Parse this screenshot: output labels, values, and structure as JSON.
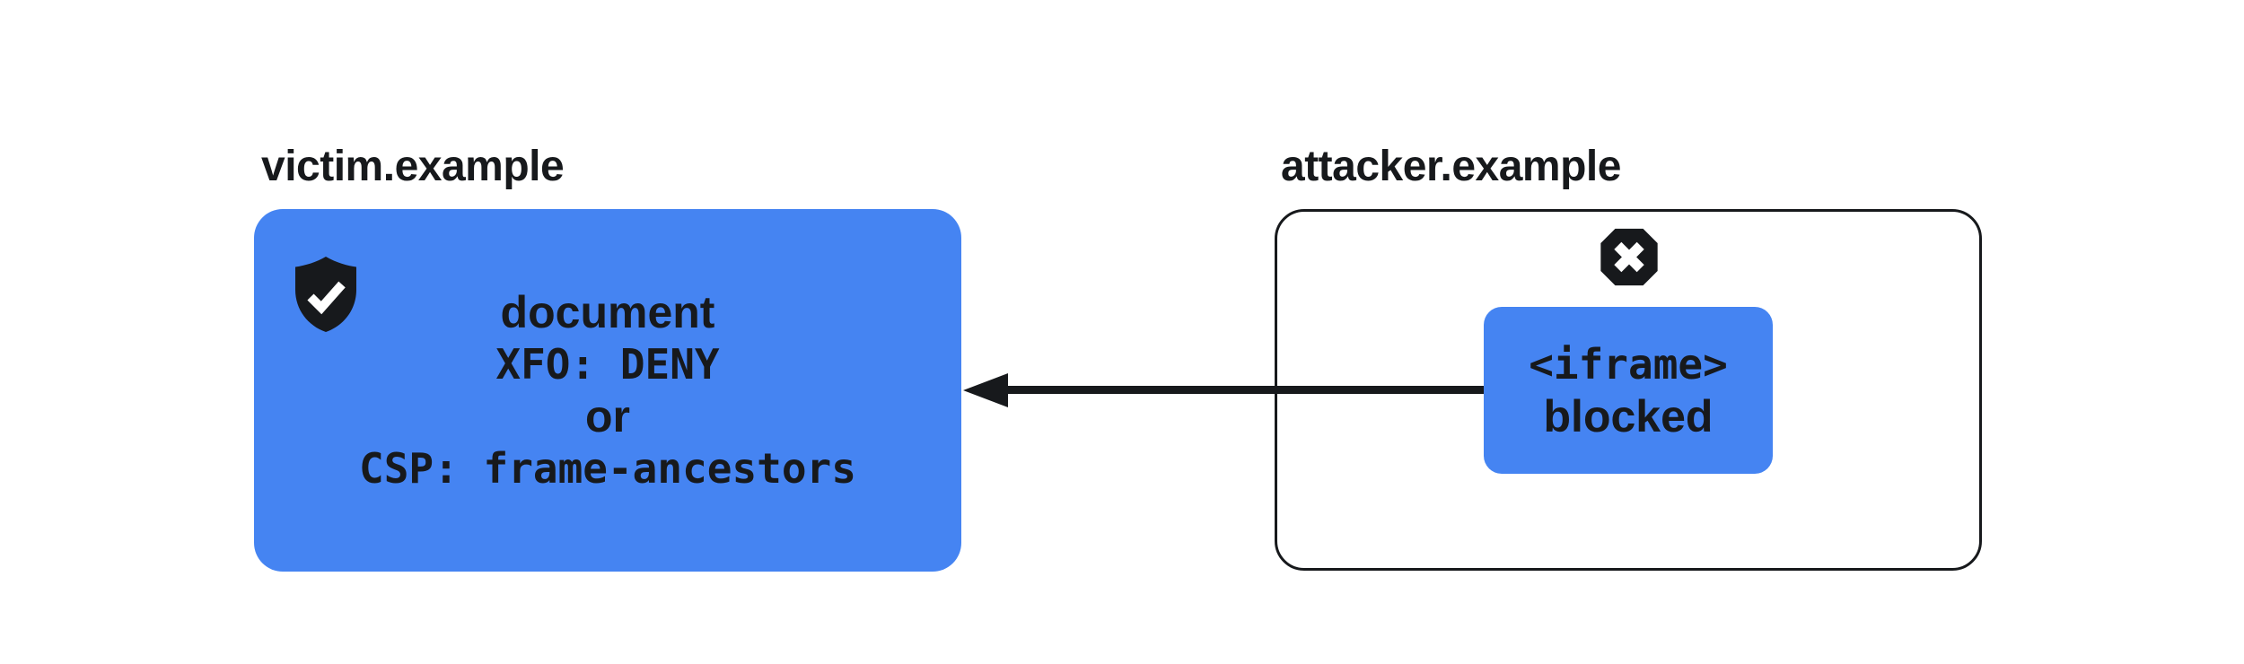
{
  "colors": {
    "accent_blue": "#4584F2",
    "ink_black": "#17191C",
    "background": "#FFFFFF",
    "check_white": "#FFFFFF"
  },
  "victim": {
    "title": "victim.example",
    "shield_icon": "shield-check-icon",
    "lines": [
      {
        "text": "document"
      },
      {
        "text": "XFO: DENY"
      },
      {
        "text": "or"
      },
      {
        "text": "CSP: frame-ancestors"
      }
    ]
  },
  "attacker": {
    "title": "attacker.example",
    "blocked_icon": "octagon-x-icon",
    "iframe_box": {
      "lines": [
        {
          "text": "<iframe>"
        },
        {
          "text": "blocked"
        }
      ]
    }
  },
  "arrow": {
    "direction": "right-to-left",
    "from": "iframe-blocked-box",
    "to": "victim-document-box"
  }
}
